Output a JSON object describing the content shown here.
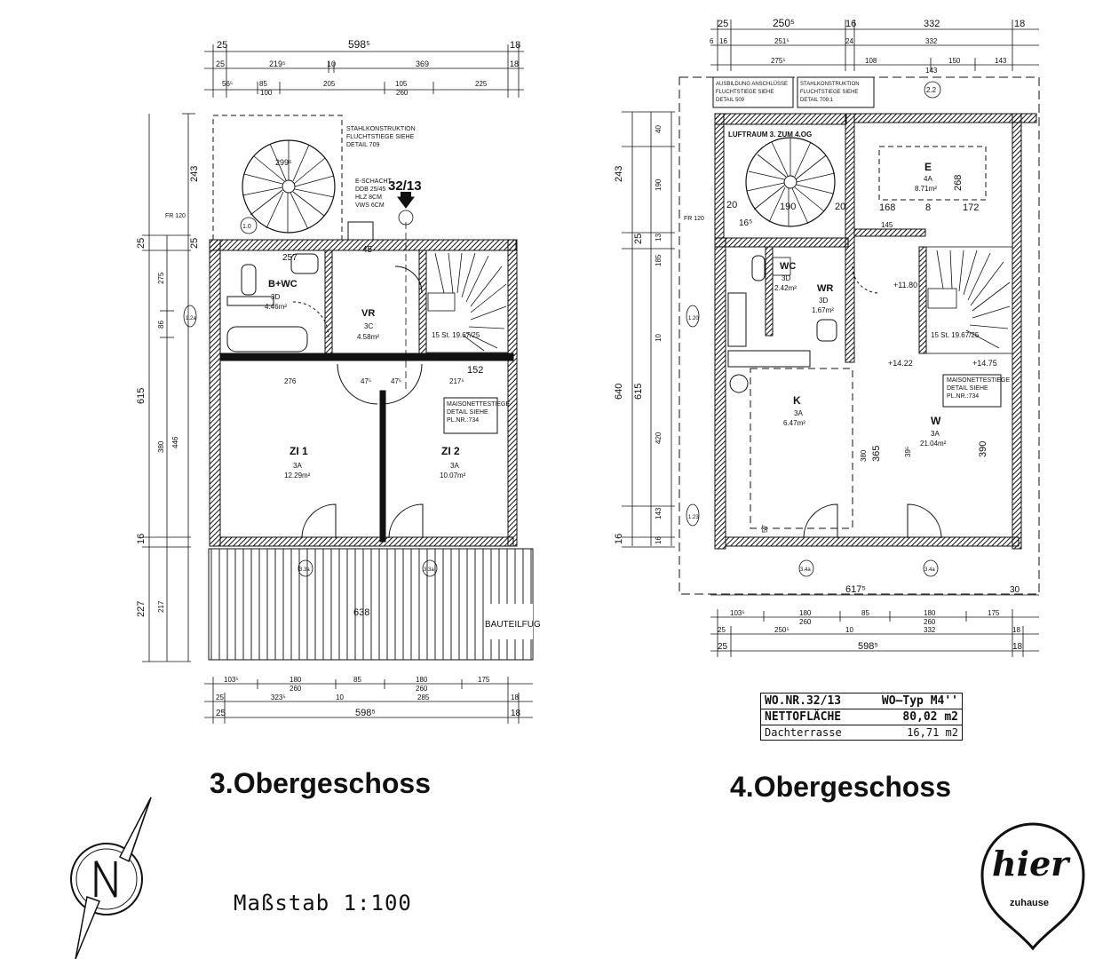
{
  "left_plan": {
    "title": "3.Obergeschoss",
    "top_dims": {
      "row1": [
        "25",
        "598⁵",
        "18"
      ],
      "row2": [
        "25",
        "219⁵",
        "10",
        "369",
        "18"
      ],
      "row3": [
        "56⁵",
        "85",
        "205",
        "105",
        "225"
      ],
      "row3b": [
        "100",
        "260"
      ]
    },
    "bottom_dims": {
      "row1": [
        "103⁵",
        "180",
        "85",
        "180",
        "175"
      ],
      "row1b": [
        "260",
        "260"
      ],
      "row2": [
        "25",
        "323⁵",
        "10",
        "285",
        "18"
      ],
      "row3": [
        "25",
        "598⁵",
        "18"
      ]
    },
    "left_dims": [
      "243",
      "25",
      "25",
      "615",
      "16",
      "227"
    ],
    "inner_left_dims": [
      "275",
      "86",
      "380",
      "446",
      "217"
    ],
    "rooms": [
      {
        "name": "B+WC",
        "code": "3D",
        "area": "4.46m²"
      },
      {
        "name": "VR",
        "code": "3C",
        "area": "4.58m²"
      },
      {
        "name": "ZI 1",
        "code": "3A",
        "area": "12.29m²"
      },
      {
        "name": "ZI 2",
        "code": "3A",
        "area": "10.07m²"
      }
    ],
    "notes": {
      "steel": [
        "STAHLKONSTRUKTION",
        "FLUCHTSTIEGE SIEHE",
        "DETAIL 709"
      ],
      "shaft": [
        "E-SCHACHT",
        "DDB 25/45",
        "HLZ 8CM",
        "VWS 6CM"
      ],
      "unit": "32/13",
      "stair": [
        "MAISONETTESTIEGE",
        "DETAIL SIEHE",
        "PL.NR.:734"
      ],
      "terrace_dim": "638",
      "bauteil": "BAUTEILFUG",
      "stair_vals": "15 St. 19.67/25",
      "misc_dims": [
        "276",
        "152",
        "47⁵",
        "47⁵",
        "217⁵",
        "45",
        "257",
        "1.0",
        "1.2a",
        "3.3a",
        "3.3a",
        "FR 120"
      ],
      "circle": "299⁵"
    }
  },
  "right_plan": {
    "title": "4.Obergeschoss",
    "top_dims": {
      "row1": [
        "25",
        "250⁵",
        "16",
        "332",
        "18"
      ],
      "row2": [
        "6",
        "16",
        "251⁵",
        "24",
        "332"
      ],
      "row3": [
        "275⁵",
        "108",
        "150",
        "143"
      ],
      "row3b": [
        "143"
      ]
    },
    "bottom_dims": {
      "row1": [
        "617⁵",
        "30"
      ],
      "row2": [
        "103⁵",
        "180",
        "85",
        "180",
        "175"
      ],
      "row2b": [
        "260",
        "260"
      ],
      "row3": [
        "25",
        "250⁵",
        "10",
        "332",
        "18"
      ],
      "row4": [
        "25",
        "598⁵",
        "18"
      ]
    },
    "left_dims": [
      "243",
      "25",
      "640",
      "615",
      "16"
    ],
    "inner_left_dims": [
      "40",
      "190",
      "13",
      "185",
      "10",
      "420",
      "143",
      "16"
    ],
    "rooms": [
      {
        "name": "E",
        "code": "4A",
        "area": "8.71m²"
      },
      {
        "name": "WC",
        "code": "3D",
        "area": "2.42m²"
      },
      {
        "name": "WR",
        "code": "3D",
        "area": "1.67m²"
      },
      {
        "name": "K",
        "code": "3A",
        "area": "6.47m²"
      },
      {
        "name": "W",
        "code": "3A",
        "area": "21.04m²"
      }
    ],
    "notes": {
      "detail1": [
        "AUSBILDUNG ANSCHLÜSSE",
        "FLUCHTSTIEGE SIEHE",
        "DETAIL 509"
      ],
      "detail2": [
        "STAHLKONSTRUKTION",
        "FLUCHTSTIEGE SIEHE",
        "DETAIL 709.1"
      ],
      "void": "LUFTRAUM 3. ZUM 4.OG",
      "stair": [
        "MAISONETTESTIEGE",
        "DETAIL SIEHE",
        "PL.NR.:734"
      ],
      "dims": [
        "168",
        "8",
        "172",
        "20",
        "190",
        "20",
        "16⁵",
        "145",
        "268",
        "365",
        "390",
        "380",
        "39⁵",
        "57",
        "+11.80",
        "+14.22",
        "+14.75",
        "2.2",
        "1.20",
        "1.23",
        "3.4a",
        "3.4a",
        "FR 120"
      ],
      "stair_vals": "15 St. 19.67/25"
    }
  },
  "infobox": {
    "wo_nr": "WO.NR.32/13",
    "wo_typ": "WO–Typ M4''",
    "netto_label": "NETTOFLÄCHE",
    "netto_value": "80,02 m2",
    "terrace_label": "Dachterrasse",
    "terrace_value": "16,71 m2"
  },
  "scale": "Maßstab 1:100",
  "logo": {
    "main": "hier",
    "sub": "zuhause"
  },
  "colors": {
    "ink": "#111111",
    "background": "#ffffff"
  }
}
